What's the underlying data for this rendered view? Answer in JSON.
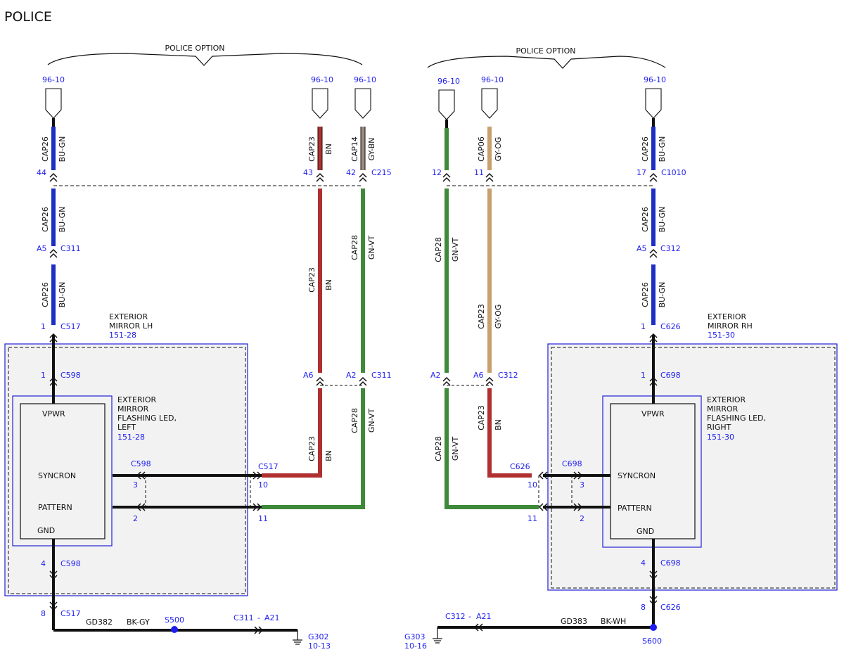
{
  "title": "POLICE",
  "option_label": "POLICE OPTION",
  "ref": "96-10",
  "colors": {
    "bu_gn": "#1c2fc4",
    "bn": "#b03030",
    "gy_bn": "#a08880",
    "gn_vt": "#3e8a3a",
    "gy_og": "#c8a070",
    "bk": "#111111",
    "blue_text": "#1d1df0",
    "box_fill": "#f2f2f2"
  },
  "left": {
    "cap26": "CAP26",
    "bu_gn": "BU-GN",
    "cap23": "CAP23",
    "bn": "BN",
    "cap14": "CAP14",
    "gy_bn": "GY-BN",
    "cap28": "CAP28",
    "gn_vt": "GN-VT",
    "pin44": "44",
    "pin43": "43",
    "pin42": "42",
    "c215": "C215",
    "a5": "A5",
    "c311": "C311",
    "pin1": "1",
    "c517": "C517",
    "module_title1": "EXTERIOR",
    "module_title2": "MIRROR LH",
    "module_ref": "151-28",
    "c598": "C598",
    "a6": "A6",
    "a2": "A2",
    "led1": "EXTERIOR",
    "led2": "MIRROR",
    "led3": "FLASHING LED,",
    "led4": "LEFT",
    "led_ref": "151-28",
    "vpwr": "VPWR",
    "syncron": "SYNCRON",
    "pattern": "PATTERN",
    "gnd": "GND",
    "pin3": "3",
    "pin2": "2",
    "pin10": "10",
    "pin11": "11",
    "pin4": "4",
    "pin8": "8",
    "gd": "GD382",
    "gd_color": "BK-GY",
    "splice": "S500",
    "c311_a21": "C311",
    "dash": "-",
    "a21": "A21",
    "ground": "G302",
    "ground_ref": "10-13"
  },
  "right": {
    "cap26": "CAP26",
    "bu_gn": "BU-GN",
    "cap06": "CAP06",
    "gy_og": "GY-OG",
    "cap28": "CAP28",
    "gn_vt": "GN-VT",
    "cap23": "CAP23",
    "bn": "BN",
    "pin12": "12",
    "pin11": "11",
    "pin17": "17",
    "c1010": "C1010",
    "a5": "A5",
    "c312": "C312",
    "pin1": "1",
    "c626": "C626",
    "module_title1": "EXTERIOR",
    "module_title2": "MIRROR RH",
    "module_ref": "151-30",
    "c698": "C698",
    "a2": "A2",
    "a6": "A6",
    "led1": "EXTERIOR",
    "led2": "MIRROR",
    "led3": "FLASHING LED,",
    "led4": "RIGHT",
    "led_ref": "151-30",
    "vpwr": "VPWR",
    "syncron": "SYNCRON",
    "pattern": "PATTERN",
    "gnd": "GND",
    "pin10": "10",
    "pin3": "3",
    "pin2": "2",
    "pin4": "4",
    "pin8": "8",
    "c312_a21": "C312",
    "dash": "-",
    "a21": "A21",
    "gd": "GD383",
    "gd_color": "BK-WH",
    "splice": "S600",
    "ground": "G303",
    "ground_ref": "10-16"
  }
}
